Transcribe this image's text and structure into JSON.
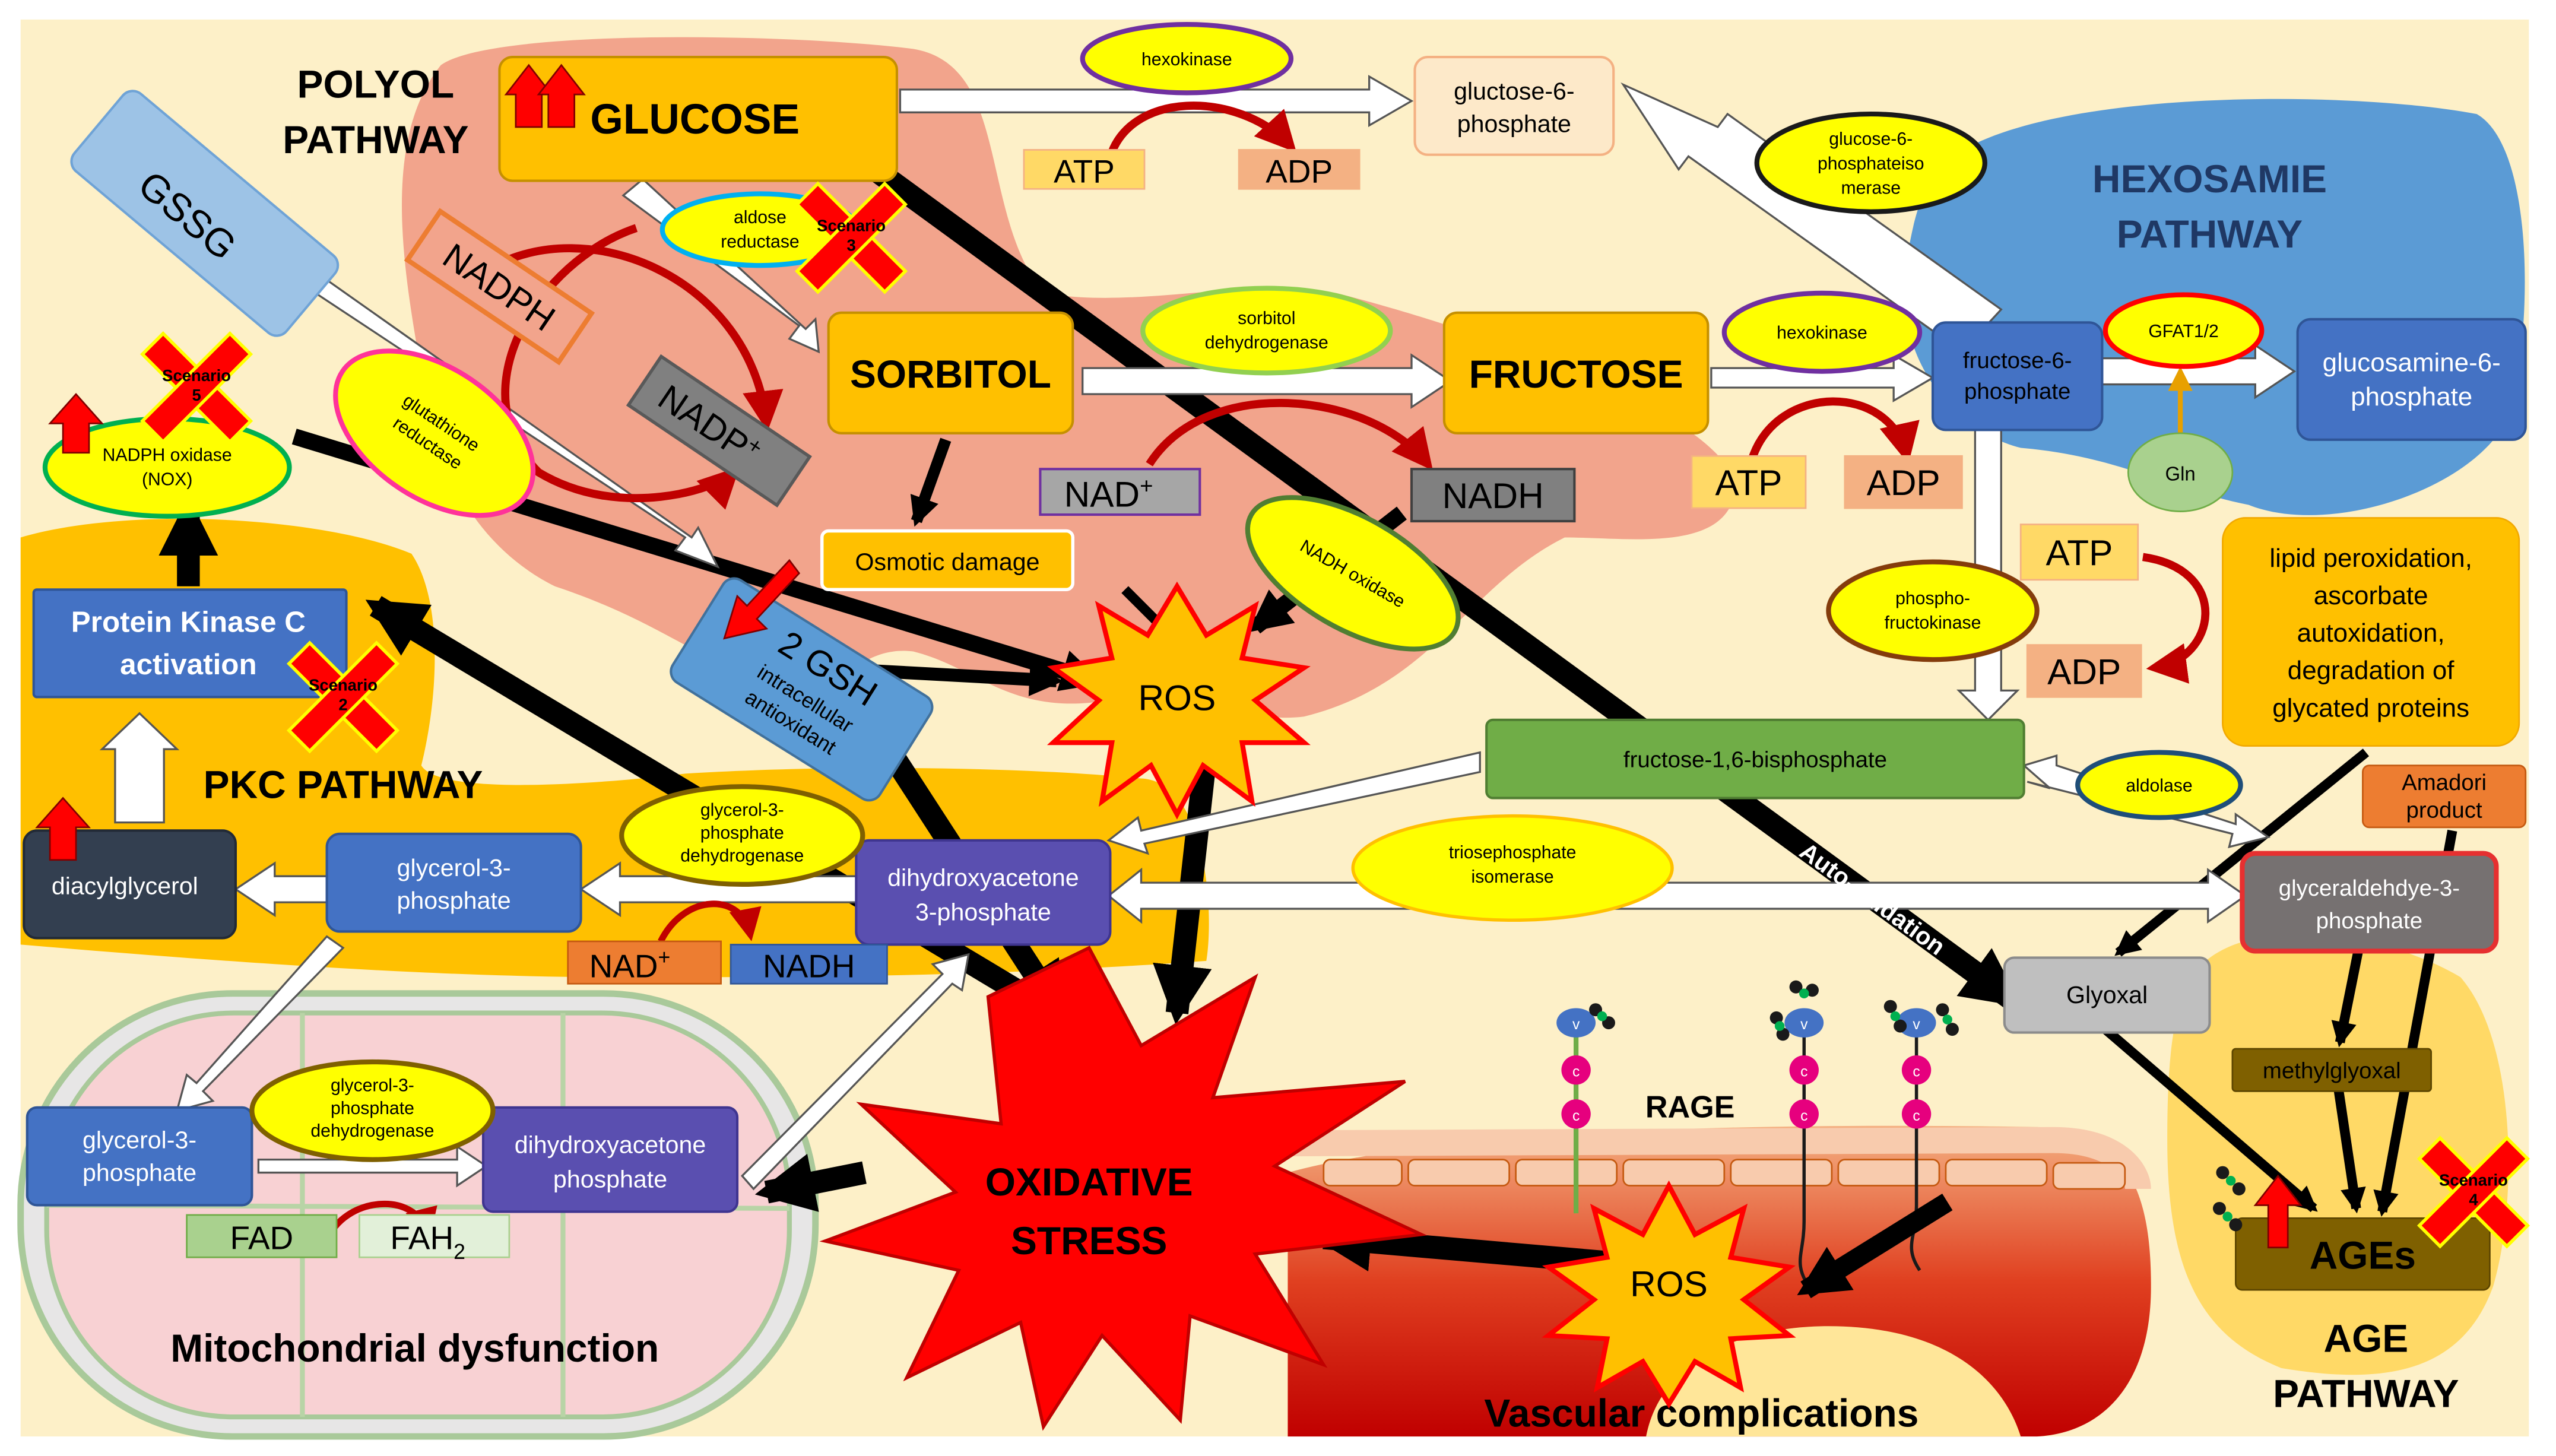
{
  "pathways": {
    "polyol": [
      "POLYOL",
      "PATHWAY"
    ],
    "hexosamine": [
      "HEXOSAMIE",
      "PATHWAY"
    ],
    "pkc": "PKC PATHWAY",
    "age": [
      "AGE",
      "PATHWAY"
    ],
    "mito": "Mitochondrial dysfunction",
    "vascular": "Vascular complications",
    "rage": "RAGE"
  },
  "nodes": {
    "glucose": "GLUCOSE",
    "g6p": [
      "gluctose-6-",
      "phosphate"
    ],
    "sorbitol": "SORBITOL",
    "fructose": "FRUCTOSE",
    "f6p": [
      "fructose-6-",
      "phosphate"
    ],
    "gln6p": [
      "glucosamine-6-",
      "phosphate"
    ],
    "gln": "Gln",
    "gssg": "GSSG",
    "gsh": [
      "2 GSH",
      "intracellular",
      "antioxidant"
    ],
    "osmotic": "Osmotic damage",
    "f16bp": "fructose-1,6-bisphosphate",
    "dhap": [
      "dihydroxyacetone",
      "3-phosphate"
    ],
    "g3p": [
      "glycerol-3-",
      "phosphate"
    ],
    "dag": "diacylglycerol",
    "pkc": [
      "Protein Kinase C",
      "activation"
    ],
    "nox": [
      "NADPH oxidase",
      "(NOX)"
    ],
    "gap": [
      "glyceraldehdye-3-",
      "phosphate"
    ],
    "amadori": [
      "Amadori",
      "product"
    ],
    "lipid": [
      "lipid peroxidation,",
      "ascorbate",
      "autoxidation,",
      "degradation of",
      "glycated proteins"
    ],
    "glyoxal": "Glyoxal",
    "methylglyoxal": "methylglyoxal",
    "ages": "AGEs",
    "mito_g3p": [
      "glycerol-3-",
      "phosphate"
    ],
    "mito_dhap": [
      "dihydroxyacetone",
      "phosphate"
    ]
  },
  "enzymes": {
    "hexokinase1": "hexokinase",
    "aldose": [
      "aldose",
      "reductase"
    ],
    "sorbitol_dh": [
      "sorbitol",
      "dehydrogenase"
    ],
    "hexokinase2": "hexokinase",
    "g6pi": [
      "glucose-6-",
      "phosphateiso",
      "merase"
    ],
    "gfat": "GFAT1/2",
    "gr": [
      "glutathione",
      "reductase"
    ],
    "nadh_ox": [
      "NADH oxidase"
    ],
    "pfk": [
      "phospho-",
      "fructokinase"
    ],
    "aldolase": "aldolase",
    "tpi": [
      "triosephosphate",
      "isomerase"
    ],
    "g3pdh1": [
      "glycerol-3-",
      "phosphate",
      "dehydrogenase"
    ],
    "g3pdh2": [
      "glycerol-3-",
      "phosphate",
      "dehydrogenase"
    ]
  },
  "cofactors": {
    "atp1": "ATP",
    "adp1": "ADP",
    "nadph": "NADPH",
    "nadp": "NADP",
    "nadp_sup": "+",
    "nad1": "NAD",
    "nad1_sup": "+",
    "nadh1": "NADH",
    "atp2": "ATP",
    "adp2": "ADP",
    "atp3": "ATP",
    "adp3": "ADP",
    "nad2": "NAD",
    "nad2_sup": "+",
    "nadh2": "NADH",
    "fad": "FAD",
    "fah": "FAH",
    "fah_sub": "2"
  },
  "stress": {
    "ros1": "ROS",
    "ros2": "ROS",
    "oxidative": [
      "OXIDATIVE",
      "STRESS"
    ],
    "autoox": "Auto-oxidation"
  },
  "scenarios": {
    "s1": [
      "Scenario",
      "3"
    ],
    "s2": [
      "Scenario",
      "2"
    ],
    "s3": [
      "Scenario",
      "5"
    ],
    "s4": [
      "Scenario",
      "4"
    ]
  },
  "receptor_letters": {
    "v": "v",
    "c": "c"
  },
  "colors": {
    "background": "#fdf0c8",
    "polyol_blob": "#f2a48c",
    "hexosamine_blob": "#5b9bd5",
    "pkc_band": "#ffc000",
    "age_blob": "#ffd966",
    "glucose_box": "#ffc000",
    "blue_box": "#4472c4",
    "green_box": "#70ad47",
    "purple_box": "#5a4fb0",
    "enzyme_fill": "#ffff00",
    "ros_fill": "#ffc000",
    "oxidative_fill": "#ff0000",
    "cross": "#ff0000"
  }
}
